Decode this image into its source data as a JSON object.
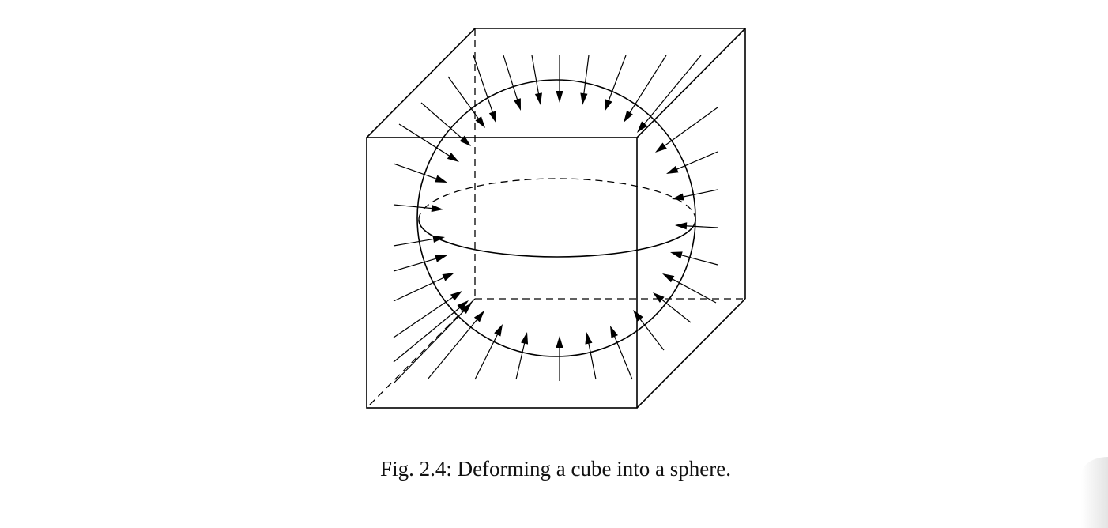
{
  "figure": {
    "caption": "Fig. 2.4: Deforming a cube into a sphere.",
    "elements": [
      "cube-wireframe",
      "sphere",
      "equator",
      "inward-arrows"
    ],
    "line_color": "#000000",
    "background_color": "#ffffff"
  }
}
